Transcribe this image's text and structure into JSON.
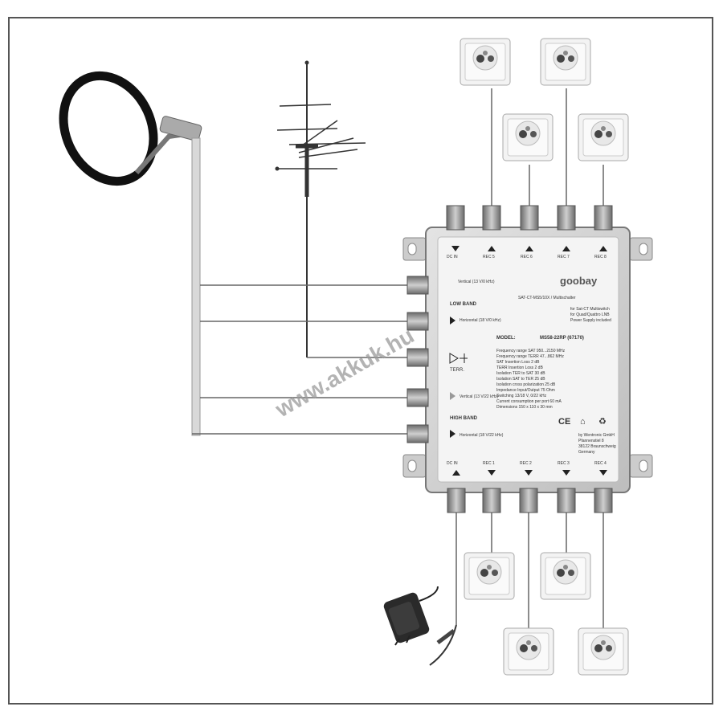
{
  "watermark": "www.akkuk.hu",
  "multiswitch": {
    "brand": "goobay",
    "product_line": "SAT-CT-MS5/10X / Multischalter",
    "description_lines": [
      "for Sat-CT Multiswitch",
      "for Quad/Quattro LNB",
      "Power Supply included"
    ],
    "model_label": "MODEL:",
    "model_value": "MS58-22RP (67170)",
    "side_labels": [
      "Vertical (13 V/0 kHz)",
      "LOW BAND",
      "Horizontal (18 V/0 kHz)",
      "TERR.",
      "Vertical (13 V/22 kHz)",
      "HIGH BAND",
      "Horizontal (18 V/22 kHz)"
    ],
    "top_ports": [
      "DC IN",
      "REC 5",
      "REC 6",
      "REC 7",
      "REC 8"
    ],
    "bottom_ports": [
      "DC IN",
      "REC 1",
      "REC 2",
      "REC 3",
      "REC 4"
    ],
    "specs": [
      "Frequency range SAT  950...2150 MHz",
      "Frequency range TERR  47...862 MHz",
      "SAT Insertion Loss  2 dB",
      "TERR Insertion Loss  2 dB",
      "Isolation TER to SAT  30 dB",
      "Isolation SAT to TER  25 dB",
      "Isolation cross polarization  25 dB",
      "Impedance Input/Output  75 Ohm",
      "Switching  13/18 V, 0/22 kHz",
      "Current consumption per port  60 mA",
      "Dimensions  150 x 110 x 30 mm"
    ],
    "cert_marks": [
      "CE",
      "⌂",
      "♻"
    ],
    "address_lines": [
      "by Wentronic GmbH",
      "Pfannenstiel 8",
      "38122 Braunschweig",
      "Germany"
    ]
  }
}
